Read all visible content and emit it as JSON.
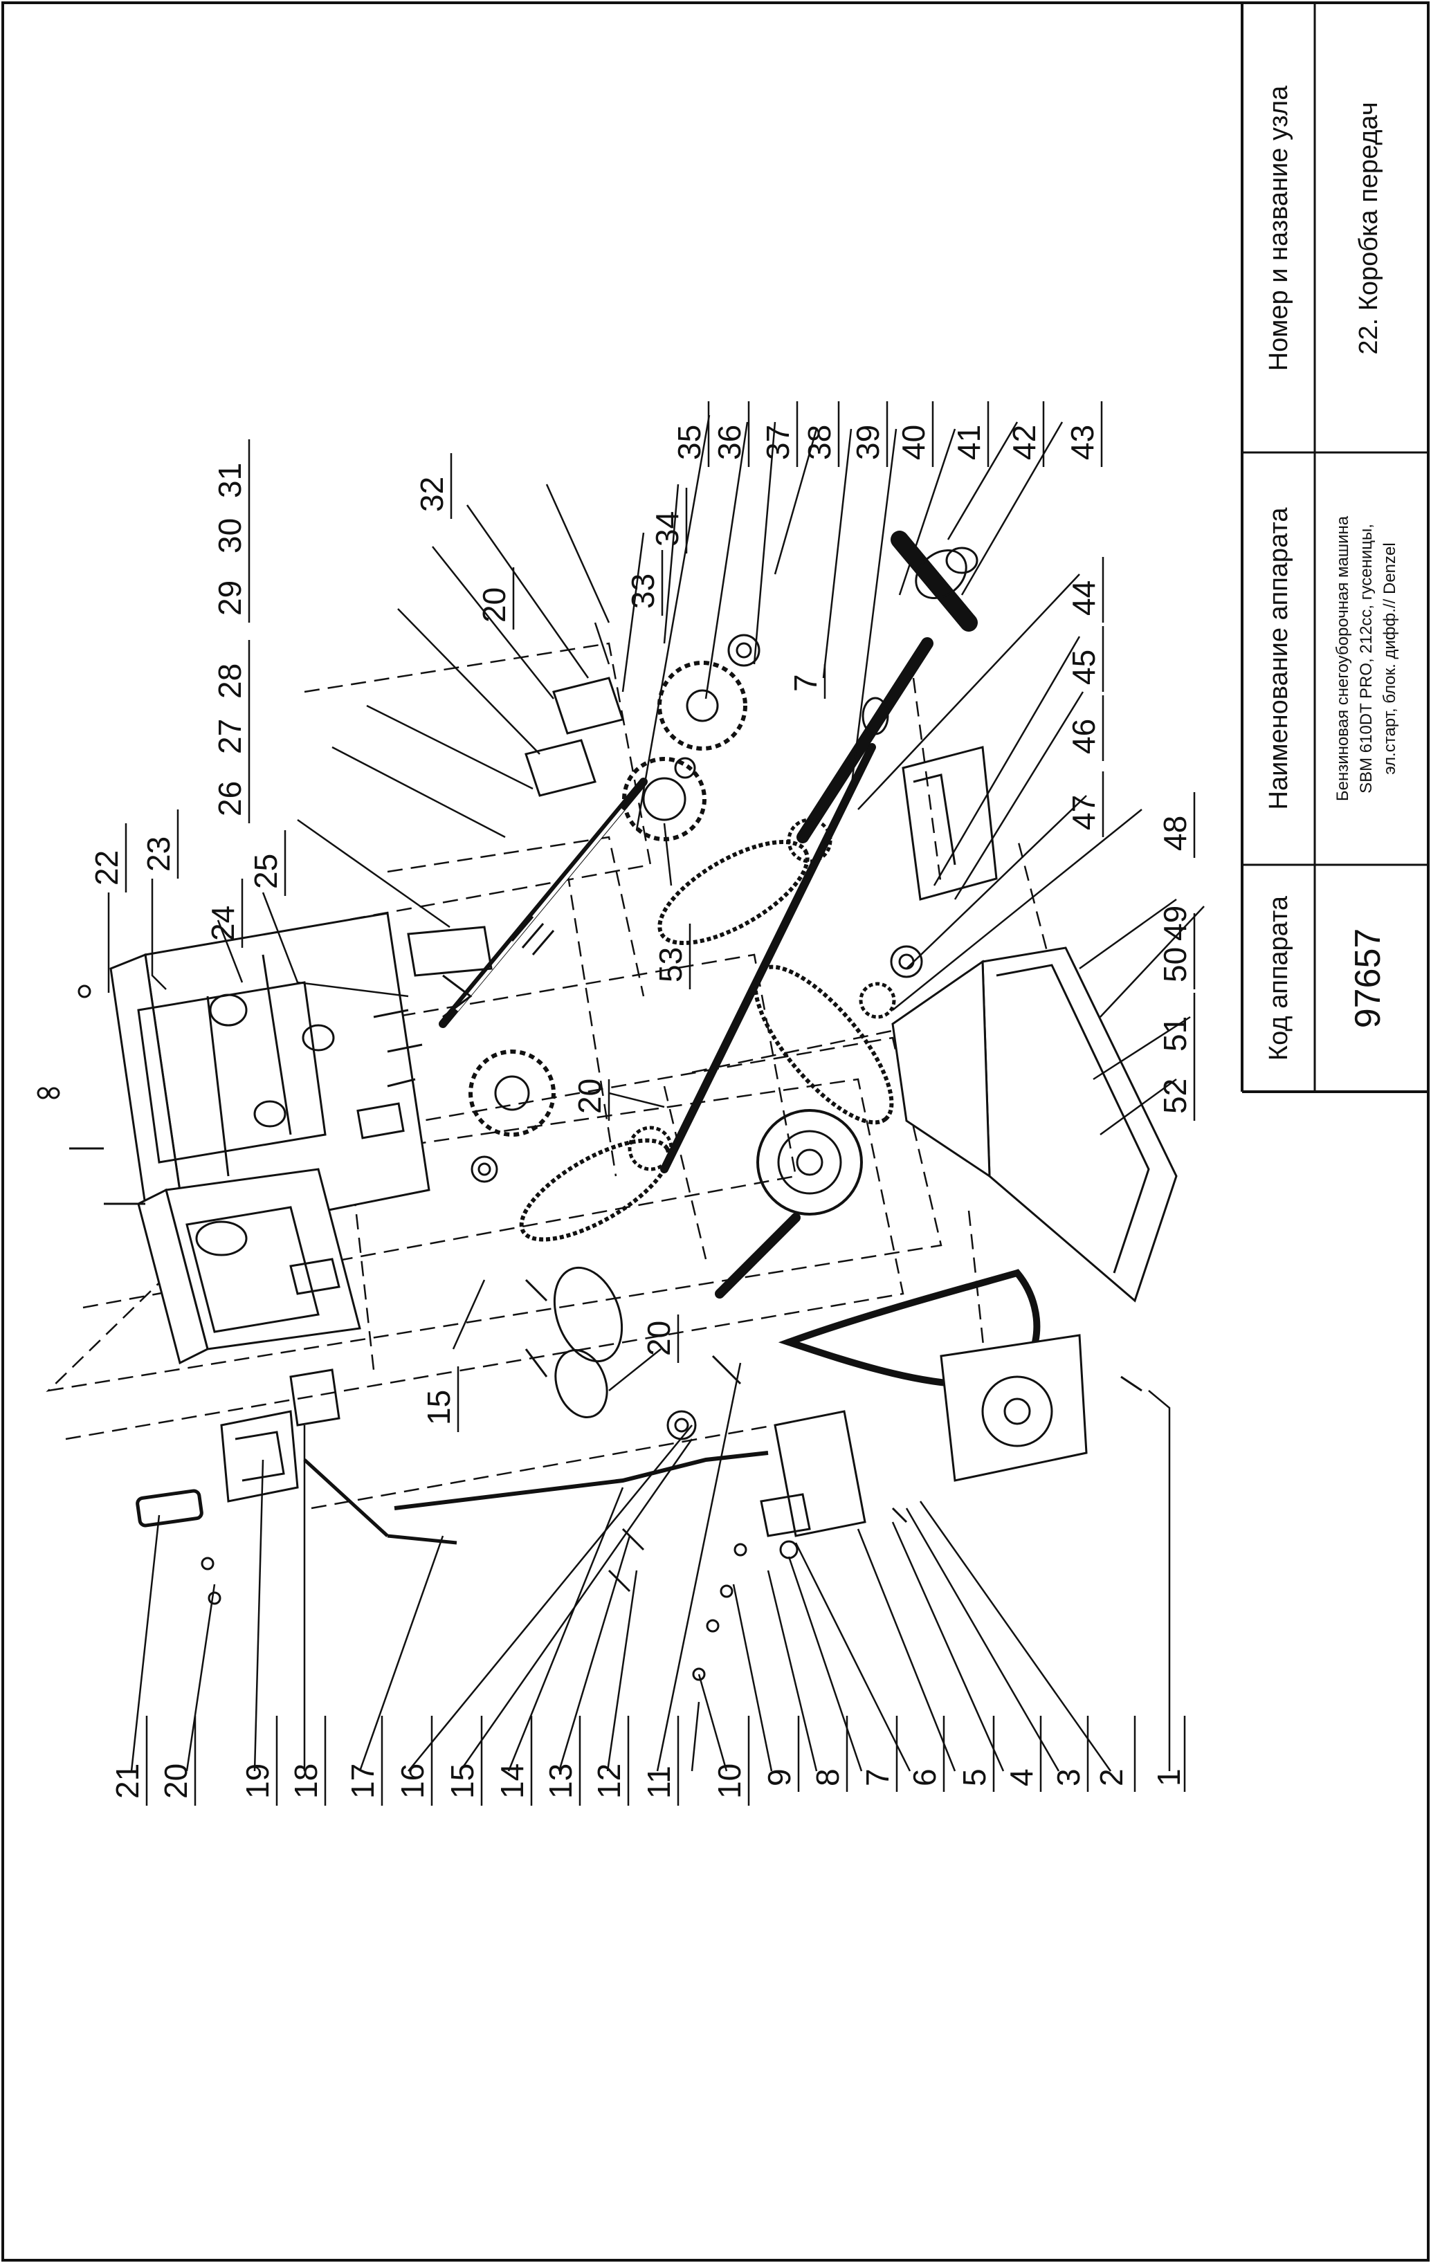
{
  "title_block": {
    "code_header": "Код аппарата",
    "code_value": "97657",
    "device_header": "Наименование аппарата",
    "device_lines": [
      "Бензиновая снегоуборочная машина",
      "SBM 610DT PRO, 212сс, гусеницы,",
      "эл.старт, блок. дифф.// Denzel"
    ],
    "node_header": "Номер и название узла",
    "node_value": "22. Коробка передач"
  },
  "callouts": [
    {
      "n": "1"
    },
    {
      "n": "2"
    },
    {
      "n": "3"
    },
    {
      "n": "4"
    },
    {
      "n": "5"
    },
    {
      "n": "6"
    },
    {
      "n": "7"
    },
    {
      "n": "8"
    },
    {
      "n": "9"
    },
    {
      "n": "10"
    },
    {
      "n": "11"
    },
    {
      "n": "12"
    },
    {
      "n": "13"
    },
    {
      "n": "14"
    },
    {
      "n": "15"
    },
    {
      "n": "16"
    },
    {
      "n": "17"
    },
    {
      "n": "18"
    },
    {
      "n": "19"
    },
    {
      "n": "20"
    },
    {
      "n": "21"
    },
    {
      "n": "22"
    },
    {
      "n": "23"
    },
    {
      "n": "24"
    },
    {
      "n": "25"
    },
    {
      "n": "26"
    },
    {
      "n": "27"
    },
    {
      "n": "28"
    },
    {
      "n": "29"
    },
    {
      "n": "30"
    },
    {
      "n": "31"
    },
    {
      "n": "32"
    },
    {
      "n": "20"
    },
    {
      "n": "33"
    },
    {
      "n": "34"
    },
    {
      "n": "35"
    },
    {
      "n": "36"
    },
    {
      "n": "37"
    },
    {
      "n": "38"
    },
    {
      "n": "39"
    },
    {
      "n": "40"
    },
    {
      "n": "41"
    },
    {
      "n": "42"
    },
    {
      "n": "43"
    },
    {
      "n": "7"
    },
    {
      "n": "44"
    },
    {
      "n": "45"
    },
    {
      "n": "46"
    },
    {
      "n": "47"
    },
    {
      "n": "48"
    },
    {
      "n": "49"
    },
    {
      "n": "50"
    },
    {
      "n": "51"
    },
    {
      "n": "52"
    },
    {
      "n": "53"
    },
    {
      "n": "20"
    },
    {
      "n": "20"
    },
    {
      "n": "15"
    }
  ]
}
